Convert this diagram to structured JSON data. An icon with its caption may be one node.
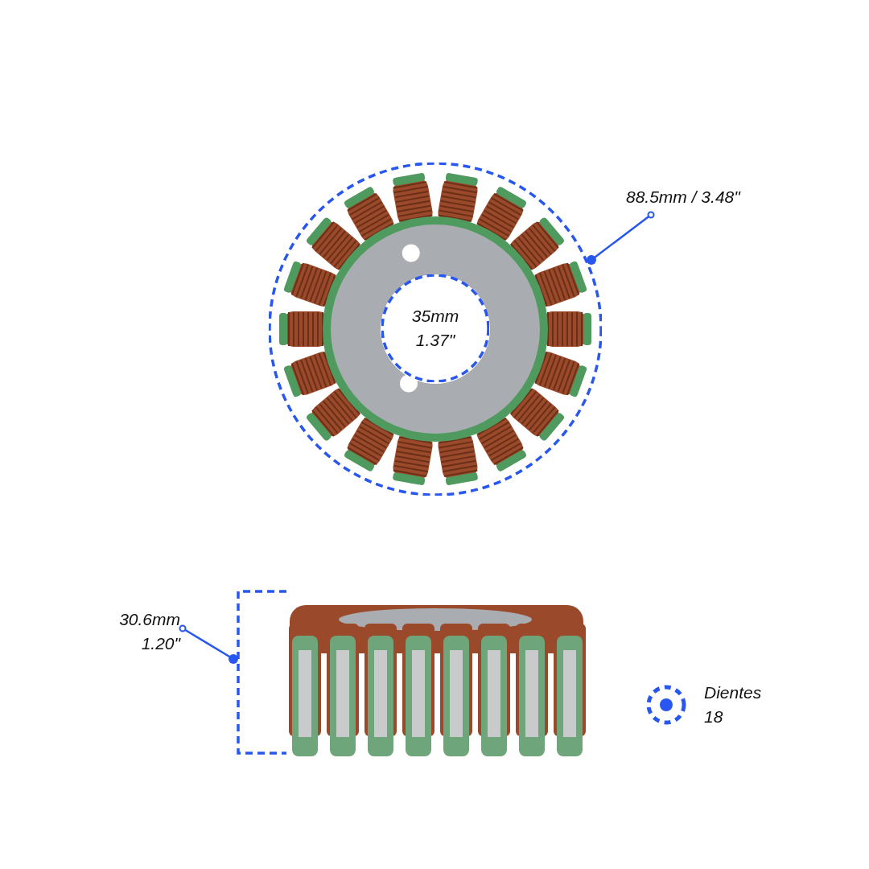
{
  "diagram": {
    "nodes": [
      {
        "text": [
          "88.5mm / 3.48\""
        ]
      },
      {
        "text": [],
        "shape": "circle"
      },
      {
        "text": [
          "35mm 1.37\""
        ],
        "in": 1
      },
      {
        "text": [
          "30.6mm 1.20\""
        ]
      },
      {
        "text": [],
        "shape": "bracket"
      }
    ],
    "edges": [
      {
        "from": 0,
        "to": 1,
        "arrow": "other"
      },
      {
        "from": 3,
        "to": 4,
        "arrow": "other"
      }
    ],
    "labels": [
      "Dientes 18"
    ]
  }
}
